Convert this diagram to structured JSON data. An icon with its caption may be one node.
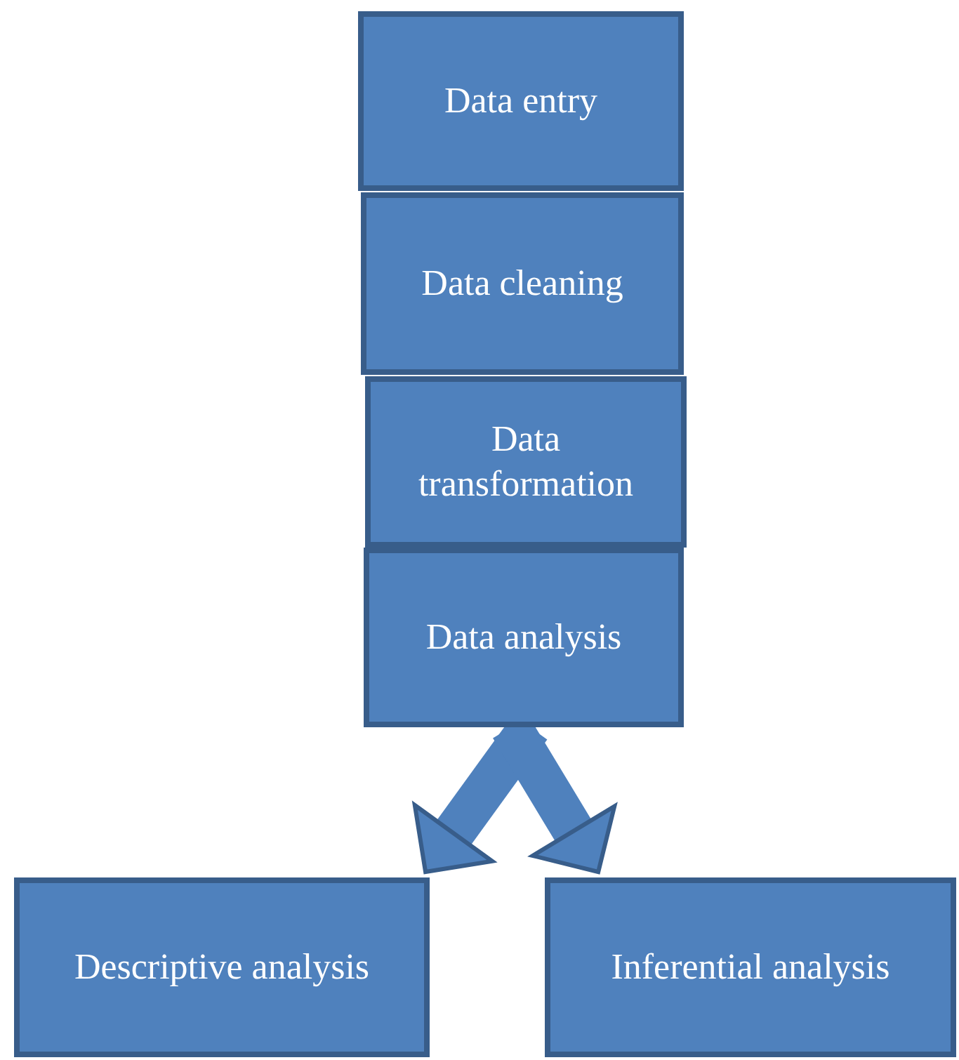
{
  "diagram": {
    "nodes": [
      {
        "text": [
          "Data entry"
        ]
      },
      {
        "text": [
          "Data cleaning"
        ]
      },
      {
        "text": [
          "Data transformation"
        ]
      },
      {
        "text": [
          "Data analysis"
        ]
      },
      {
        "text": [
          "Descriptive analysis"
        ]
      },
      {
        "text": [
          "Inferential analysis"
        ]
      }
    ],
    "edges": [
      {
        "from": 3,
        "to": 4,
        "arrow": "to"
      },
      {
        "from": 3,
        "to": 5,
        "arrow": "to"
      }
    ]
  }
}
